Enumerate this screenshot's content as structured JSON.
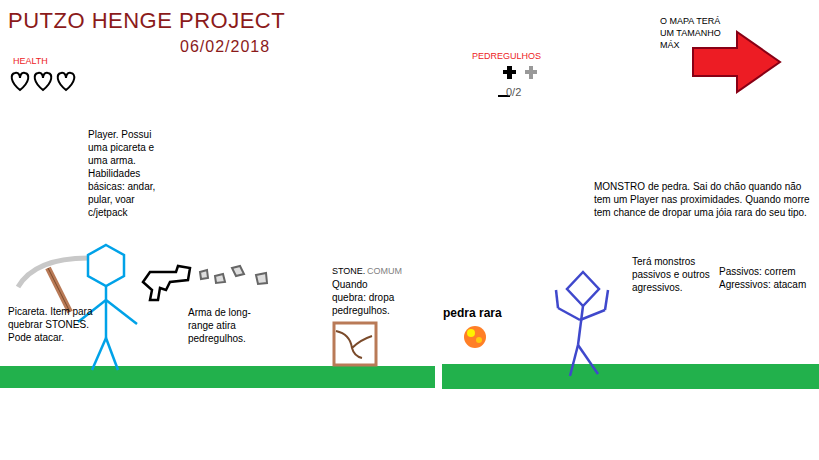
{
  "diagram": {
    "title": "PUTZO HENGE PROJECT",
    "labels": [
      "06/02/2018",
      "HEALTH",
      "PEDREGULHOS",
      "0/2",
      "O MAPA TERÁ UM TAMANHO MÁX",
      "Player. Possui uma picareta e uma arma. Habilidades básicas: andar, pular, voar c/jetpack",
      "Picareta. Item para quebrar STONES. Pode atacar.",
      "Arma de long-range atira pedregulhos.",
      "STONE.",
      "COMUM",
      "Quando quebra: dropa pedregulhos.",
      "pedra rara",
      "MONSTRO de pedra. Sai do chão quando não tem um Player nas proximidades. Quando morre tem chance de dropar uma jóia rara do seu tipo.",
      "Terá monstros passivos e outros agressivos.",
      "Passivos: correm Agressivos: atacam"
    ]
  }
}
